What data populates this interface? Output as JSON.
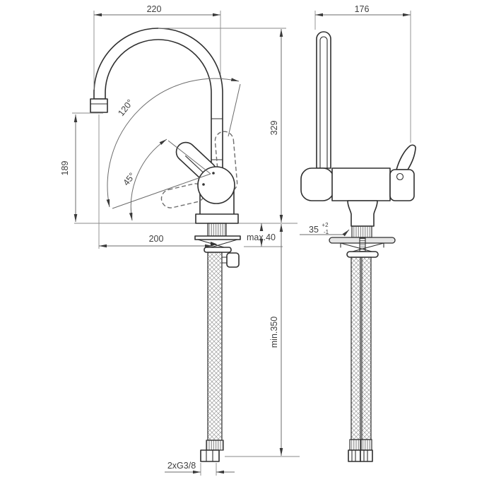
{
  "colors": {
    "line": "#2f2f2f",
    "dim_line": "#6b6b6b",
    "text": "#3f3f3f",
    "plate_fill": "#e6e6e6"
  },
  "front_view": {
    "overall_width": "220",
    "spout_outlet_height": "189",
    "spout_reach": "200",
    "spout_swivel_angle": "120°",
    "lever_lift_angle": "45°",
    "max_deck_thickness": "max.40"
  },
  "side_view": {
    "overall_depth": "176",
    "overall_height": "329",
    "hole_diameter": "35",
    "hole_tolerance_plus": "+2",
    "hole_tolerance_minus": "-1"
  },
  "connections": {
    "min_hose_length": "min.350",
    "hose_thread": "2xG3/8"
  }
}
